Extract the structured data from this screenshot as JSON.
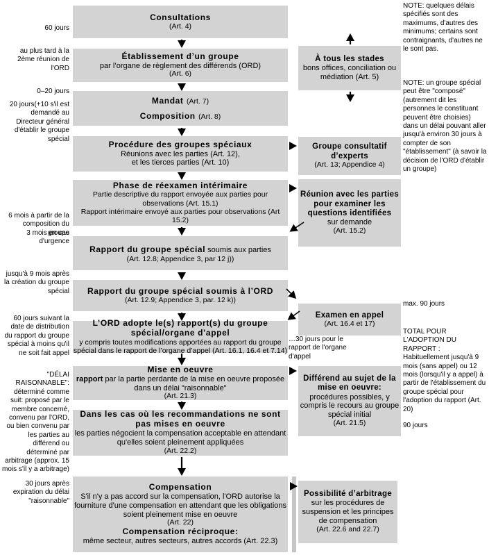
{
  "colors": {
    "box_fill": "#d3d3d3",
    "arrow": "#000000",
    "background": "#ffffff"
  },
  "boxes": {
    "consultations": {
      "title": "Consultations",
      "art": "(Art. 4)"
    },
    "etablissement": {
      "title": "Établissement d’un groupe",
      "body": "par l’organe de règlement des différends (ORD)",
      "art": "(Art. 6)"
    },
    "mandat": {
      "title1": "Mandat",
      "art1": "(Art. 7)",
      "title2": "Composition",
      "art2": "(Art. 8)"
    },
    "procedure": {
      "title": "Procédure des groupes spéciaux",
      "body1": "Réunions avec les parties (Art. 12),",
      "body2": "et les tierces parties (Art. 10)"
    },
    "phase": {
      "title": "Phase de réexamen intérimaire",
      "body1": "Partie descriptive du rapport envoyée aux parties pour observations (Art. 15.1)",
      "body2": "Rapport intérimaire envoyé aux parties pour observations (Art 15.2)"
    },
    "rapport_parties": {
      "title": "Rapport du groupe spécial",
      "title_suffix": " soumis aux parties",
      "art": "(Art. 12.8; Appendice 3, par 12 j))"
    },
    "rapport_ord": {
      "title": "Rapport du groupe spécial soumis à l’ORD",
      "art": "(Art. 12.9; Appendice 3, par. 12 k))"
    },
    "ord_adopte": {
      "title": "L’ORD adopte le(s) rapport(s) du groupe spécial/organe d’appel",
      "body": "y compris toutes modifications apportées au rapport du groupe spécial dans le rapport de l’organe d’appel (Art. 16.1, 16.4 et 7.14)"
    },
    "mise_en_oeuvre": {
      "title": "Mise en oeuvre",
      "body_bold": "rapport",
      "body": " par la partie perdante de la mise en oeuvre proposée dans un délai \"raisonnable\"",
      "art": "(Art. 21.3)"
    },
    "recommandations": {
      "title": "Dans les cas où les recommandations ne sont pas mises en oeuvre",
      "body": "les parties négocient la compensation acceptable en attendant qu'elles soient pleinement appliquées",
      "art": "(Art. 22.2)"
    },
    "compensation": {
      "title": "Compensation",
      "body": "S'il n'y a pas accord sur la compensation, l'ORD autorise la fourniture d'une compensation en attendant que les obligations soient pleinement mise en oeuvre",
      "art": "(Art. 22)",
      "title2": "Compensation réciproque:",
      "body2": "même secteur, autres secteurs, autres accords (Art. 22.3)"
    }
  },
  "side_boxes": {
    "tous_les_stades": {
      "title": "À tous les stades",
      "body": "bons offices, conciliation ou médiation (Art. 5)"
    },
    "groupe_consultatif": {
      "title": "Groupe consultatif d’experts",
      "art": "(Art. 13; Appendice 4)"
    },
    "reunion_parties": {
      "title": "Réunion avec les parties pour examiner les questions identifiées",
      "body": "sur demande",
      "art": "(Art. 15.2)"
    },
    "examen_appel": {
      "title": "Examen en appel",
      "art": "(Art. 16.4 et 17)"
    },
    "differend": {
      "title": "Différend au sujet de la mise en oeuvre:",
      "body": "procédures possibles, y compris le recours au groupe spécial initial",
      "art": "(Art. 21.5)"
    },
    "arbitrage": {
      "title": "Possibilité d’arbitrage",
      "body": "sur les procédures de suspension et les principes de compensation",
      "art": "(Art. 22.6 and 22.7)"
    }
  },
  "annotations": {
    "left": [
      "60 jours",
      "au plus tard à la 2ème réunion de l'ORD",
      "0–20 jours",
      "20 jours(+10 s'il est demandé au Directeur général d'établir le groupe spécial",
      "6 mois à partir de la composition du groupe",
      "3 mois en cas d'urgence",
      "jusqu'à 9 mois après la création du groupe spécial",
      "60 jours suivant la date de distribution du rapport du groupe spécial à moins qu'il ne soit fait appel",
      "\"DÉLAI RAISONNABLE\": déterminé comme suit: proposé par le membre concerné, convenu par l'ORD, ou bien convenu par les parties au différend ou déterminé par arbitrage (approx. 15 mois s'il y a arbitrage)",
      "30 jours après expiration du délai \"raisonnable\""
    ],
    "right": [
      "NOTE: quelques délais spécifiés sont des maximums, d'autres des minimums; certains sont contraignants, d'autres ne le sont pas.",
      "NOTE: un groupe spécial peut être \"composé\" (autrement dit les personnes le constituant peuvent être choisies) dans un délai pouvant aller jusqu'à environ 30 jours à compter de son \"établissement\" (à savoir la décision de l'ORD d'établir un groupe)",
      "max. 90 jours",
      "TOTAL POUR L'ADOPTION DU RAPPORT : Habituellement jusqu'à 9 mois (sans appel) ou 12 mois (lorsqu'il y a appel) à partir de l'établissement du groupe spécial pour l'adoption du rapport (Art. 20)",
      "90 jours"
    ],
    "mid": [
      "…30 jours pour le rapport de l'organe d'appel"
    ]
  }
}
